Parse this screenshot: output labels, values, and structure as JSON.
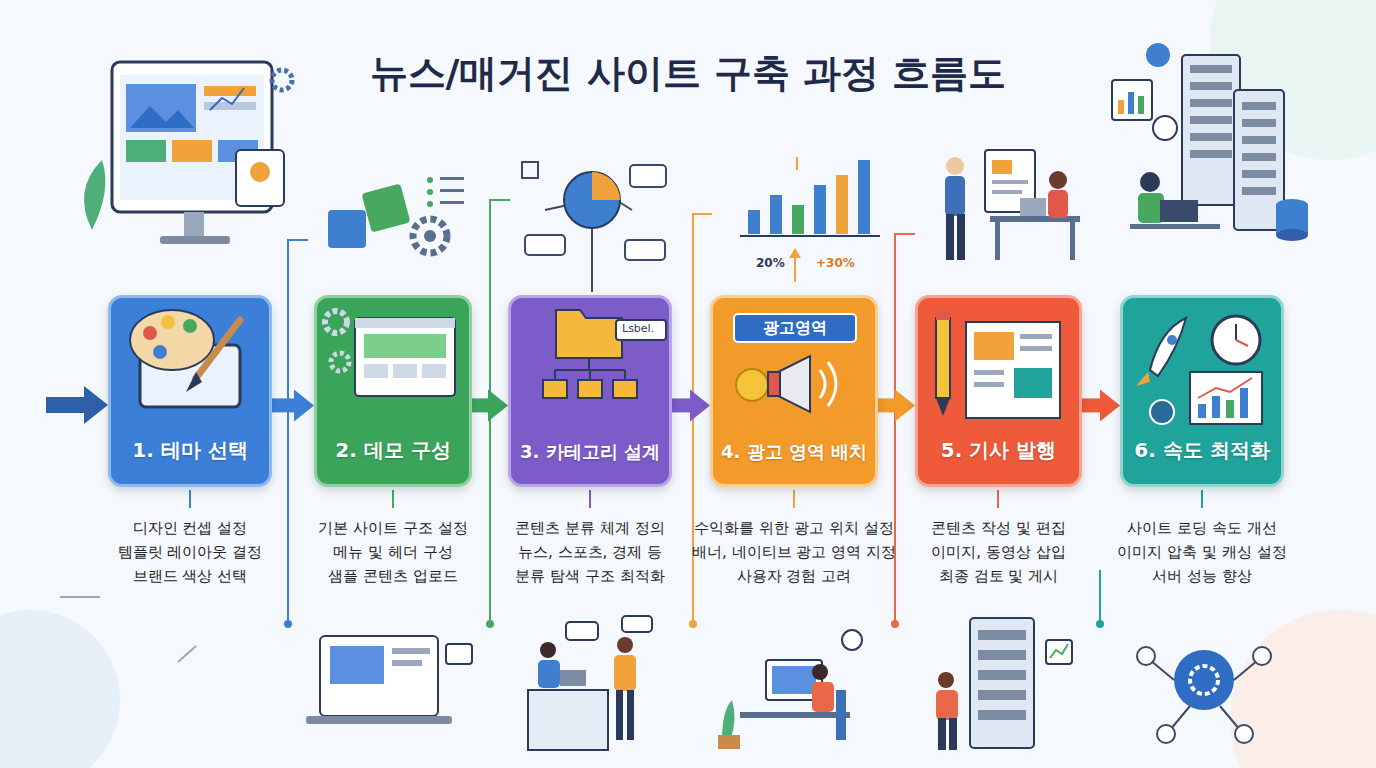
{
  "diagram": {
    "title": "뉴스/매거진 사이트 구축 과정 흐름도",
    "nodes": [
      {
        "text": [
          "1. 테마 선택",
          "디자인 컨셉 설정 템플릿 레이아웃 결정 브랜드 색상 선택"
        ]
      },
      {
        "text": [
          "2. 데모 구성",
          "기본 사이트 구조 설정 메뉴 및 헤더 구성 샘플 콘텐츠 업로드"
        ]
      },
      {
        "text": [
          "3. 카테고리 설계",
          "콘텐츠 분류 체계 정의 뉴스, 스포츠, 경제 등 분류 탐색 구조 최적화"
        ]
      },
      {
        "text": [
          "4. 광고 영역 배치",
          "수익화를 위한 광고 위치 설정 배너, 네이티브 광고 영역 지정 사용자 경험 고려"
        ]
      },
      {
        "text": [
          "5. 기사 발행",
          "콘텐츠 작성 및 편집 이미지, 동영상 삽입 최종 검토 및 게시"
        ]
      },
      {
        "text": [
          "6. 속도 최적화",
          "사이트 로딩 속도 개선 이미지 압축 및 캐싱 설정 서버 성능 향상"
        ]
      }
    ],
    "edges": [
      {
        "from": 0,
        "to": 1,
        "arrow": "to"
      },
      {
        "from": 1,
        "to": 2,
        "arrow": "to"
      },
      {
        "from": 2,
        "to": 3,
        "arrow": "to"
      },
      {
        "from": 3,
        "to": 4,
        "arrow": "to"
      },
      {
        "from": 4,
        "to": 5,
        "arrow": "to"
      }
    ],
    "labels": [
      "Lsbel.",
      "광고영역",
      "20%",
      "+30%"
    ]
  }
}
